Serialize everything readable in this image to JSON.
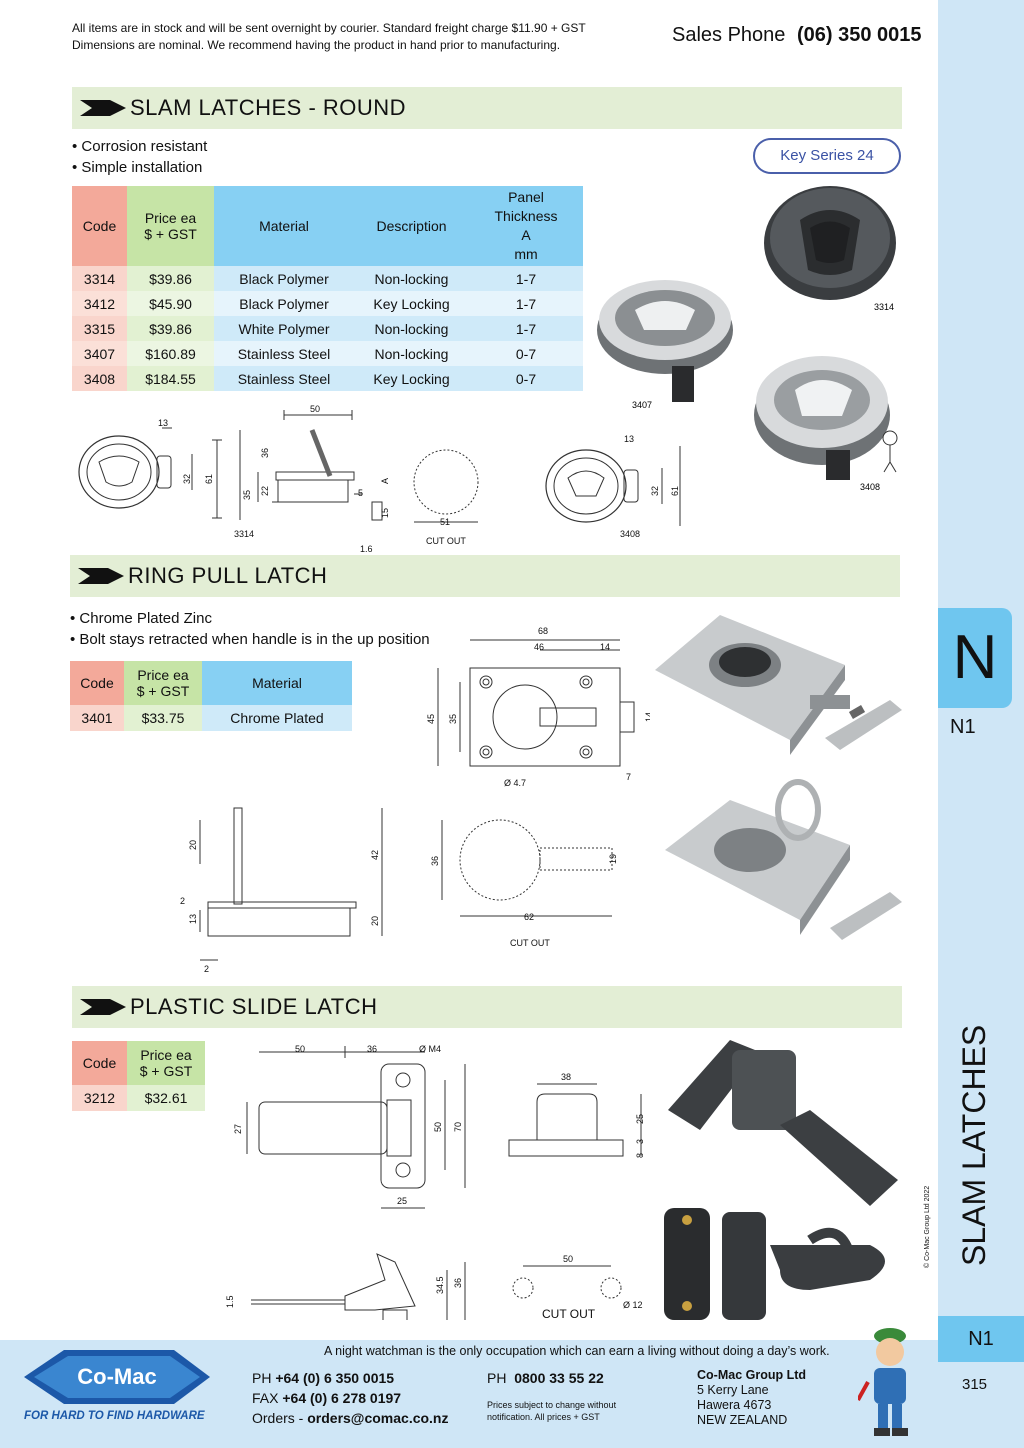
{
  "header": {
    "note_line1": "All items are in stock and will be sent overnight by courier. Standard freight charge $11.90 + GST",
    "note_line2": "Dimensions are nominal. We recommend having the product in hand prior to manufacturing.",
    "sales_label": "Sales Phone",
    "sales_number": "(06) 350 0015"
  },
  "sidebar": {
    "tab_letter": "N",
    "tab_code": "N1",
    "title": "SLAM LATCHES",
    "copyright": "© Co-Mac Group Ltd 2022",
    "tab_code_bottom": "N1",
    "page_number": "315"
  },
  "slam": {
    "title": "SLAM LATCHES - ROUND",
    "bullets": [
      "• Corrosion resistant",
      "• Simple installation"
    ],
    "key_series": "Key Series 24",
    "headers": {
      "code": "Code",
      "price": "Price ea\n$ + GST",
      "material": "Material",
      "description": "Description",
      "thickness": "Panel\nThickness\nA\nmm"
    },
    "rows": [
      {
        "code": "3314",
        "price": "$39.86",
        "material": "Black Polymer",
        "description": "Non-locking",
        "thickness": "1-7"
      },
      {
        "code": "3412",
        "price": "$45.90",
        "material": "Black Polymer",
        "description": "Key Locking",
        "thickness": "1-7"
      },
      {
        "code": "3315",
        "price": "$39.86",
        "material": "White Polymer",
        "description": "Non-locking",
        "thickness": "1-7"
      },
      {
        "code": "3407",
        "price": "$160.89",
        "material": "Stainless Steel",
        "description": "Non-locking",
        "thickness": "0-7"
      },
      {
        "code": "3408",
        "price": "$184.55",
        "material": "Stainless Steel",
        "description": "Key Locking",
        "thickness": "0-7"
      }
    ],
    "photo_labels": {
      "p3314": "3314",
      "p3407": "3407",
      "p3408": "3408"
    },
    "drawing": {
      "d13": "13",
      "d32": "32",
      "d61": "61",
      "d50": "50",
      "d36": "36",
      "d35": "35",
      "d22": "22",
      "dA": "A",
      "d5": "5",
      "d15": "15",
      "d1_6": "1.6",
      "d51": "51",
      "cutout": "CUT OUT",
      "code_a": "3314",
      "code_b": "3408",
      "d13b": "13",
      "d32b": "32",
      "d61b": "61"
    }
  },
  "ring": {
    "title": "RING PULL LATCH",
    "bullets": [
      "• Chrome Plated Zinc",
      "• Bolt stays retracted when handle is in the up position"
    ],
    "headers": {
      "code": "Code",
      "price": "Price ea\n$ + GST",
      "material": "Material"
    },
    "rows": [
      {
        "code": "3401",
        "price": "$33.75",
        "material": "Chrome Plated"
      }
    ],
    "drawing": {
      "d68": "68",
      "d46": "46",
      "d14": "14",
      "d45": "45",
      "d35": "35",
      "d14b": "14",
      "d7": "7",
      "dhole": "Ø 4.7",
      "d20": "20",
      "d42": "42",
      "d2": "2",
      "d13": "13",
      "d20b": "20",
      "d2b": "2",
      "d36": "36",
      "d19": "19",
      "d62": "62",
      "cutout": "CUT OUT"
    }
  },
  "plastic": {
    "title": "PLASTIC SLIDE LATCH",
    "headers": {
      "code": "Code",
      "price": "Price ea\n$ + GST"
    },
    "rows": [
      {
        "code": "3212",
        "price": "$32.61"
      }
    ],
    "drawing": {
      "d50": "50",
      "d36": "36",
      "dm4": "Ø M4",
      "d27": "27",
      "d50b": "50",
      "d70": "70",
      "d25": "25",
      "d38": "38",
      "d25b": "25",
      "d3": "3",
      "d8": "8",
      "d1_5": "1.5",
      "d34_5": "34.5",
      "d36b": "36",
      "d50c": "50",
      "d12": "Ø 12",
      "cutout": "CUT OUT"
    }
  },
  "footer": {
    "quote": "A night watchman is the only occupation which can earn a living without doing a day’s work.",
    "logo": "Co-Mac",
    "tagline": "FOR HARD TO FIND HARDWARE",
    "ph_label": "PH",
    "ph": "+64 (0) 6 350 0015",
    "fax_label": "FAX",
    "fax": "+64 (0) 6 278 0197",
    "orders_label": "Orders -",
    "orders": "orders@comac.co.nz",
    "ph2_label": "PH",
    "ph2": "0800 33 55 22",
    "disclaimer1": "Prices subject to change without",
    "disclaimer2": "notification. All prices + GST",
    "company": "Co-Mac Group Ltd",
    "addr1": "5 Kerry Lane",
    "addr2": "Hawera 4673",
    "addr3": "NEW ZEALAND"
  },
  "colors": {
    "code_col": "#f3a99a",
    "price_col": "#c6e4a6",
    "header_blue": "#87d0f3",
    "row_blue": "#cfeaf9",
    "section_bg": "#e3eed5",
    "sidebar": "#cfe6f6",
    "tab": "#6fc6ef"
  }
}
